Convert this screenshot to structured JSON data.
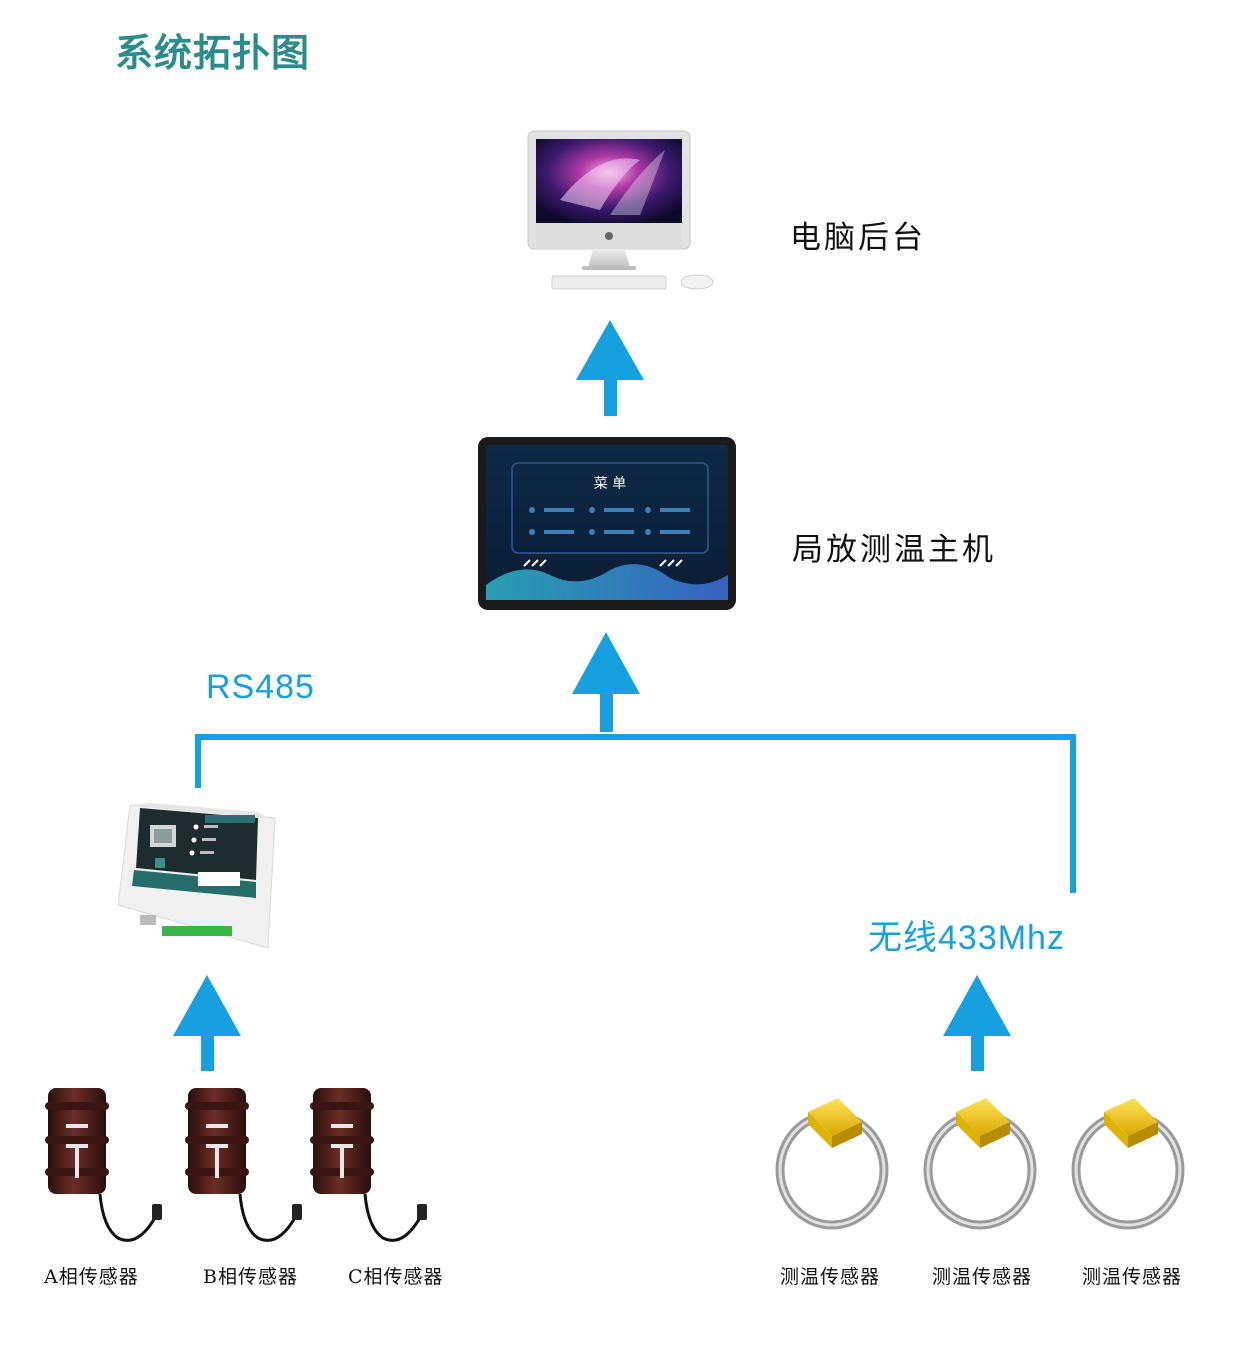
{
  "title": "系统拓扑图",
  "nodes": {
    "computer": "电脑后台",
    "host": "局放测温主机"
  },
  "screen_menu_title": "菜 单",
  "links": {
    "rs485": "RS485",
    "wireless": "无线433Mhz"
  },
  "partial_sensors": [
    "A相传感器",
    "B相传感器",
    "C相传感器"
  ],
  "temp_sensors": [
    "测温传感器",
    "测温传感器",
    "测温传感器"
  ],
  "colors": {
    "accent": "#16a0e0",
    "title": "#2b8c8c"
  }
}
